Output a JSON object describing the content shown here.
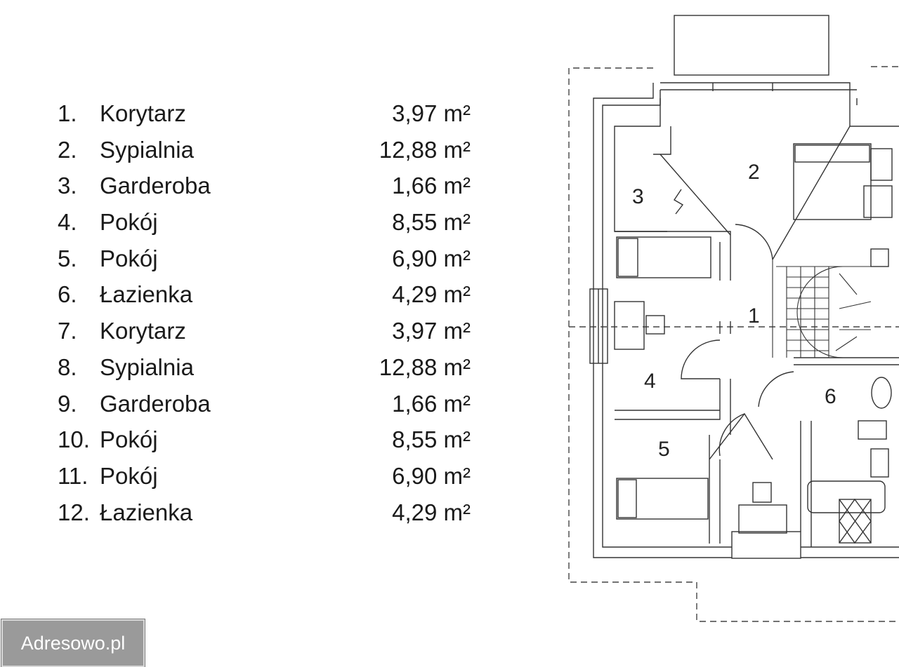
{
  "rooms": [
    {
      "num": "1.",
      "name": "Korytarz",
      "area": "3,97 m²"
    },
    {
      "num": "2.",
      "name": "Sypialnia",
      "area": "12,88 m²"
    },
    {
      "num": "3.",
      "name": "Garderoba",
      "area": "1,66 m²"
    },
    {
      "num": "4.",
      "name": "Pokój",
      "area": "8,55 m²"
    },
    {
      "num": "5.",
      "name": "Pokój",
      "area": "6,90 m²"
    },
    {
      "num": "6.",
      "name": "Łazienka",
      "area": "4,29 m²"
    },
    {
      "num": "7.",
      "name": "Korytarz",
      "area": "3,97 m²"
    },
    {
      "num": "8.",
      "name": "Sypialnia",
      "area": "12,88 m²"
    },
    {
      "num": "9.",
      "name": "Garderoba",
      "area": "1,66 m²"
    },
    {
      "num": "10.",
      "name": "Pokój",
      "area": "8,55 m²"
    },
    {
      "num": "11.",
      "name": "Pokój",
      "area": "6,90 m²"
    },
    {
      "num": "12.",
      "name": "Łazienka",
      "area": "4,29 m²"
    }
  ],
  "plan_labels": [
    "1",
    "2",
    "3",
    "4",
    "5",
    "6"
  ],
  "watermark": "Adresowo.pl",
  "colors": {
    "line": "#333333",
    "dashed": "#444444",
    "watermark_bg": "#9a9a9a"
  }
}
